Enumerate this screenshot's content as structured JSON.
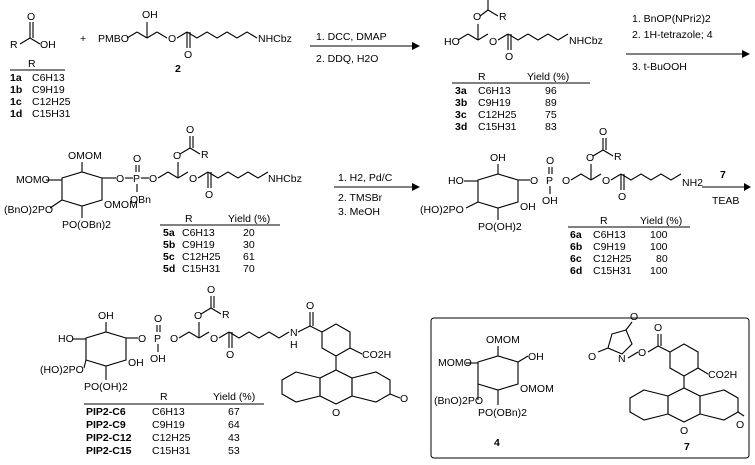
{
  "reactants": {
    "acid_R_header": "R",
    "acid_list": [
      {
        "id": "1a",
        "R": "C6H13"
      },
      {
        "id": "1b",
        "R": "C9H19"
      },
      {
        "id": "1c",
        "R": "C12H25"
      },
      {
        "id": "1d",
        "R": "C15H31"
      }
    ],
    "plus": "+",
    "compound2_label": "2",
    "pmbo": "PMBO",
    "oh": "OH",
    "nhcbz": "NHCbz"
  },
  "step1": {
    "reagents": [
      "1. DCC, DMAP",
      "2. DDQ, H2O"
    ]
  },
  "table3": {
    "headers": [
      "R",
      "Yield (%)"
    ],
    "rows": [
      {
        "id": "3a",
        "R": "C6H13",
        "yield": "96"
      },
      {
        "id": "3b",
        "R": "C9H19",
        "yield": "89"
      },
      {
        "id": "3c",
        "R": "C12H25",
        "yield": "75"
      },
      {
        "id": "3d",
        "R": "C15H31",
        "yield": "83"
      }
    ]
  },
  "step2": {
    "reagents": [
      "1. BnOP(NPri2)2",
      "2. 1H-tetrazole; 4",
      "3. t-BuOOH"
    ]
  },
  "table5": {
    "headers": [
      "R",
      "Yield (%)"
    ],
    "rows": [
      {
        "id": "5a",
        "R": "C6H13",
        "yield": "20"
      },
      {
        "id": "5b",
        "R": "C9H19",
        "yield": "30"
      },
      {
        "id": "5c",
        "R": "C12H25",
        "yield": "61"
      },
      {
        "id": "5d",
        "R": "C15H31",
        "yield": "70"
      }
    ]
  },
  "step3": {
    "reagents": [
      "1. H2, Pd/C",
      "2. TMSBr",
      "3. MeOH"
    ]
  },
  "table6": {
    "headers": [
      "R",
      "Yield (%)"
    ],
    "rows": [
      {
        "id": "6a",
        "R": "C6H13",
        "yield": "100"
      },
      {
        "id": "6b",
        "R": "C9H19",
        "yield": "100"
      },
      {
        "id": "6c",
        "R": "C12H25",
        "yield": "80"
      },
      {
        "id": "6d",
        "R": "C15H31",
        "yield": "100"
      }
    ]
  },
  "step4": {
    "reagents": [
      "7",
      "TEAB"
    ]
  },
  "tablePIP": {
    "headers": [
      "R",
      "Yield (%)"
    ],
    "rows": [
      {
        "id": "PIP2-C6",
        "R": "C6H13",
        "yield": "67"
      },
      {
        "id": "PIP2-C9",
        "R": "C9H19",
        "yield": "64"
      },
      {
        "id": "PIP2-C12",
        "R": "C12H25",
        "yield": "43"
      },
      {
        "id": "PIP2-C15",
        "R": "C15H31",
        "yield": "53"
      }
    ]
  },
  "labels": {
    "compound4": "4",
    "compound7": "7",
    "co2h": "CO2H",
    "momo": "MOMO",
    "omom": "OMOM",
    "bno2po": "(BnO)2PO",
    "po_obn2": "PO(OBn)2",
    "obn": "OBn",
    "ho2po": "(HO)2PO",
    "po_oh2": "PO(OH)2",
    "nh2": "NH2",
    "nh": "N",
    "h": "H"
  }
}
